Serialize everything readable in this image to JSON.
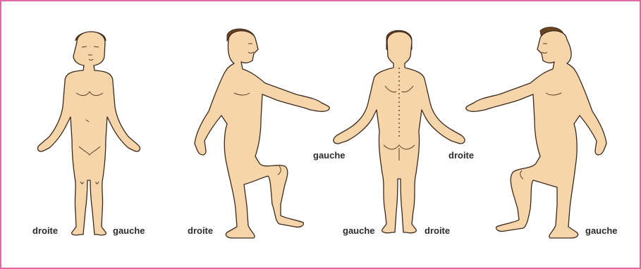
{
  "colors": {
    "border": "#e06aa6",
    "skin": "#f7d5aa",
    "outline": "#3a2a1c",
    "hair": "#6b4422",
    "label": "#2b2b2b"
  },
  "figures": [
    {
      "view": "front",
      "labels": {
        "left": "droite",
        "right": "gauche"
      }
    },
    {
      "view": "side-facing-right",
      "labels": {
        "bottom": "droite"
      }
    },
    {
      "view": "back",
      "labels": {
        "hand_left": "gauche",
        "hand_right": "droite",
        "foot_left": "gauche",
        "foot_right": "droite"
      }
    },
    {
      "view": "side-facing-left",
      "labels": {
        "bottom": "gauche"
      }
    }
  ]
}
